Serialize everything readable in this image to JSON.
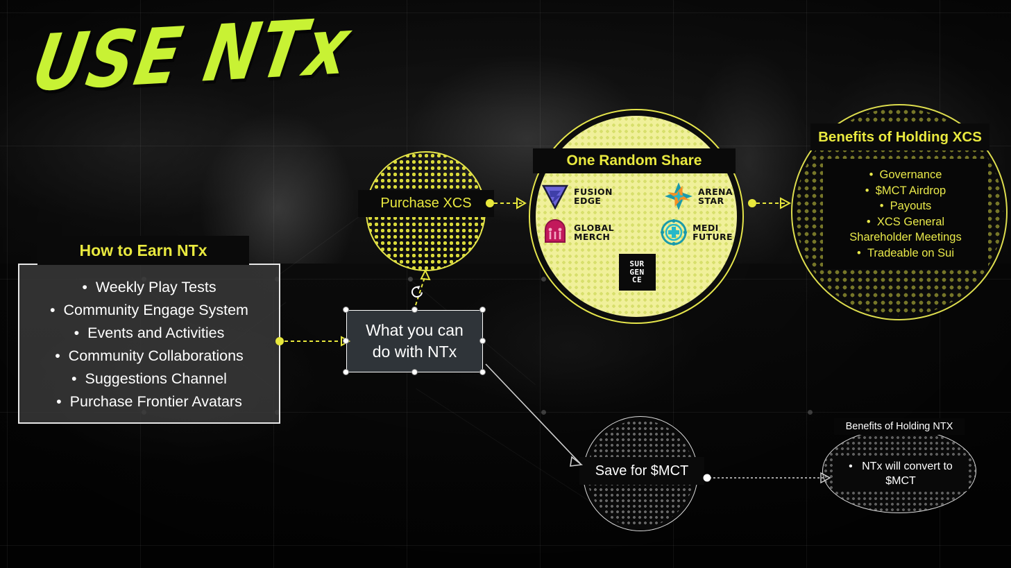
{
  "slide": {
    "title": "USE NTx",
    "accent_yellow": "#c8f234",
    "accent_label_yellow": "#e9e93f",
    "background": "dark-cyberpunk-street"
  },
  "earn": {
    "heading": "How to Earn NTx",
    "items": [
      "Weekly Play Tests",
      "Community Engage System",
      "Events and Activities",
      "Community Collaborations",
      "Suggestions Channel",
      "Purchase Frontier Avatars"
    ]
  },
  "center_box": {
    "line1": "What you can",
    "line2": "do with NTx",
    "selected": "true"
  },
  "purchase_xcs": {
    "label": "Purchase XCS"
  },
  "one_random_share": {
    "label": "One Random Share",
    "logos": [
      {
        "name": "fusion-edge",
        "line1": "FUSION",
        "line2": "EDGE",
        "color": "#5a5ad8"
      },
      {
        "name": "arena-star",
        "line1": "ARENA",
        "line2": "STAR",
        "color": "#f39024"
      },
      {
        "name": "global-merch",
        "line1": "GLOBAL",
        "line2": "MERCH",
        "color": "#c2185b"
      },
      {
        "name": "medi-future",
        "line1": "MEDI",
        "line2": "FUTURE",
        "color": "#1b9aaa"
      },
      {
        "name": "surgence",
        "line1": "SUR",
        "line2": "GEN",
        "line3": "CE",
        "color": "#0a0a0a"
      }
    ]
  },
  "benefits_xcs": {
    "heading": "Benefits of Holding XCS",
    "items": [
      {
        "text": "Governance",
        "bullet": true
      },
      {
        "text": "$MCT Airdrop",
        "bullet": true
      },
      {
        "text": "Payouts",
        "bullet": true
      },
      {
        "text": "XCS General",
        "bullet": true
      },
      {
        "text": "Shareholder Meetings",
        "bullet": false
      },
      {
        "text": "Tradeable on Sui",
        "bullet": true
      }
    ]
  },
  "save_mct": {
    "label": "Save for $MCT"
  },
  "benefits_ntx": {
    "heading": "Benefits of Holding NTX",
    "item": "NTx will convert to $MCT"
  }
}
